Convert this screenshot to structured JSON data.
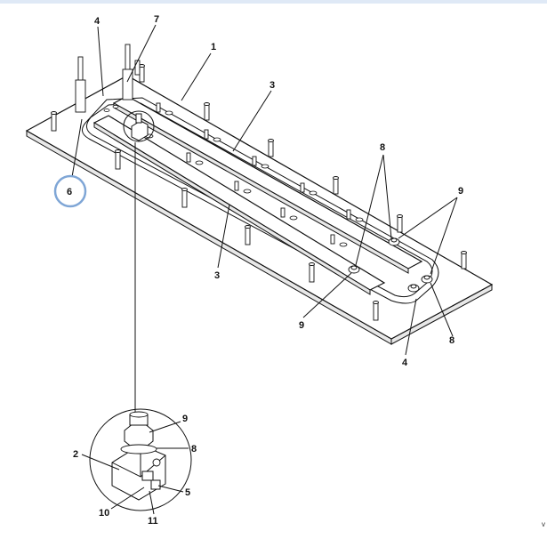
{
  "diagram": {
    "callouts": {
      "c1": "1",
      "c2": "2",
      "c3a": "3",
      "c3b": "3",
      "c4a": "4",
      "c4b": "4",
      "c5": "5",
      "c6": "6",
      "c7": "7",
      "c8a": "8",
      "c8b": "8",
      "c8c": "8",
      "c9a": "9",
      "c9b": "9",
      "c9c": "9",
      "c10": "10",
      "c11": "11"
    },
    "corner_mark": "v",
    "colors": {
      "highlight_ring": "#7fa6d6",
      "top_bar": "#dfe9f6",
      "ink": "#111111"
    }
  }
}
